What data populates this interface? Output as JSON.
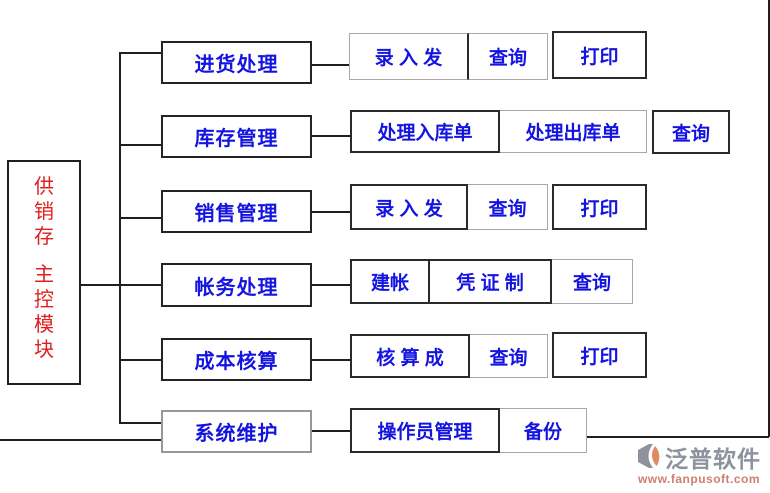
{
  "root": {
    "line1": "供销存",
    "line2": "主控模块"
  },
  "modules": [
    {
      "label": "进货处理",
      "children": [
        {
          "label": "录 入 发"
        },
        {
          "label": "查询"
        },
        {
          "label": "打印"
        }
      ]
    },
    {
      "label": "库存管理",
      "children": [
        {
          "label": "处理入库单"
        },
        {
          "label": "处理出库单"
        },
        {
          "label": "查询"
        }
      ]
    },
    {
      "label": "销售管理",
      "children": [
        {
          "label": "录 入 发"
        },
        {
          "label": "查询"
        },
        {
          "label": "打印"
        }
      ]
    },
    {
      "label": "帐务处理",
      "children": [
        {
          "label": "建帐"
        },
        {
          "label": "凭 证 制"
        },
        {
          "label": "查询"
        }
      ]
    },
    {
      "label": "成本核算",
      "children": [
        {
          "label": "核 算 成"
        },
        {
          "label": "查询"
        },
        {
          "label": "打印"
        }
      ]
    },
    {
      "label": "系统维护",
      "children": [
        {
          "label": "操作员管理"
        },
        {
          "label": "备份"
        }
      ]
    }
  ],
  "watermark": {
    "brand": "泛普软件",
    "url": "www.fanpusoft.com"
  },
  "colors": {
    "node_text_blue": "#1414e0",
    "root_text_red": "#e02020",
    "line_black": "#1f1f1f",
    "gray_border": "#a8a8a8",
    "brand_gray": "#8d929d",
    "brand_orange": "#e08a62",
    "url_salmon": "#cf7f6d"
  }
}
